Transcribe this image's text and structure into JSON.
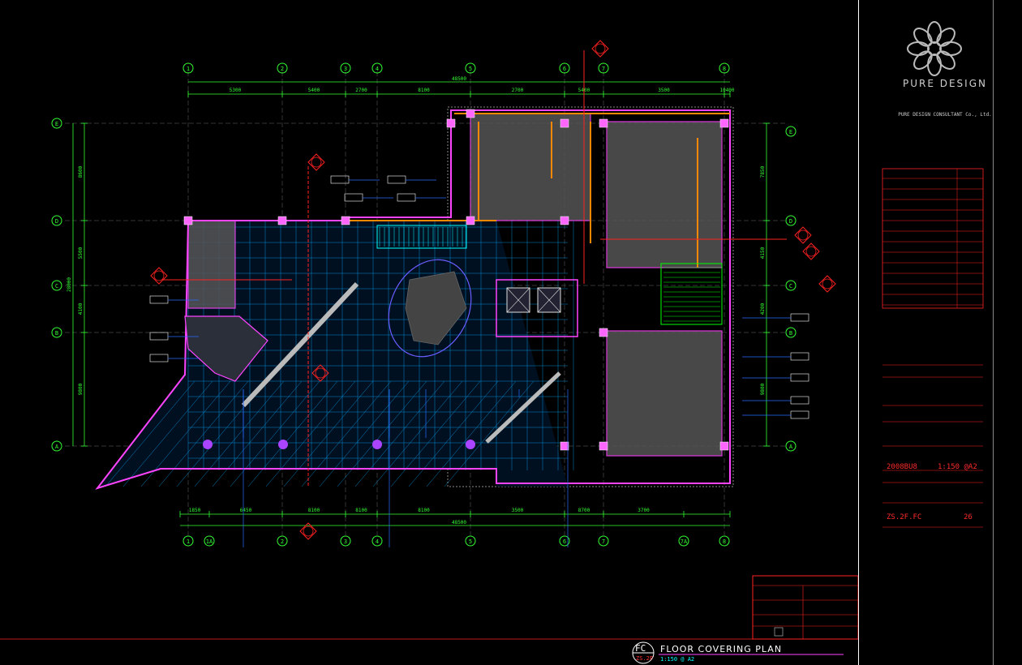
{
  "drawing": {
    "grid_top": [
      "1",
      "2",
      "3",
      "4",
      "5",
      "6",
      "7",
      "8"
    ],
    "grid_bottom": [
      "1",
      "1A",
      "2",
      "3",
      "4",
      "5",
      "6",
      "7",
      "7A",
      "8"
    ],
    "grid_left": [
      "E",
      "D",
      "C",
      "B",
      "A"
    ],
    "grid_right": [
      "E",
      "D",
      "C",
      "B",
      "A"
    ],
    "dims_top": [
      "5300",
      "5400",
      "2700",
      "8100",
      "2700",
      "5400",
      "3500",
      "10400"
    ],
    "dims_top_total": "48500",
    "dims_bottom": [
      "1850",
      "6450",
      "8100",
      "8100",
      "8100",
      "3500",
      "8700",
      "3700"
    ],
    "dims_bottom_total": "48500",
    "dims_left": [
      "8600",
      "5500",
      "4100",
      "9800"
    ],
    "dims_left_total": "28000",
    "dims_right": [
      "7850",
      "4150",
      "4200",
      "9800"
    ],
    "colors": {
      "grid_line": "#ffff33",
      "dim": "#33ff33",
      "wall": "#ff44ff",
      "tile": "#00aaff",
      "callout": "#ff2222",
      "title_red": "#ff2222",
      "cyan": "#00ffff",
      "orange": "#ff8800",
      "hatch": "#555555"
    }
  },
  "titleblock": {
    "brand": "PURE DESIGN",
    "brand_sub": "PURE DESIGN CONSULTANT Co., Ltd.",
    "project_no": "2008BU8",
    "scale": "1:150 @A2",
    "drawing_no": "ZS.2F.FC",
    "sheet": "26"
  },
  "plan": {
    "code": "FC",
    "code_sub": "ZS.2F",
    "title": "FLOOR  COVERING  PLAN",
    "scale": "1:150 @ A2"
  },
  "side_icon": "flower-logo-icon"
}
